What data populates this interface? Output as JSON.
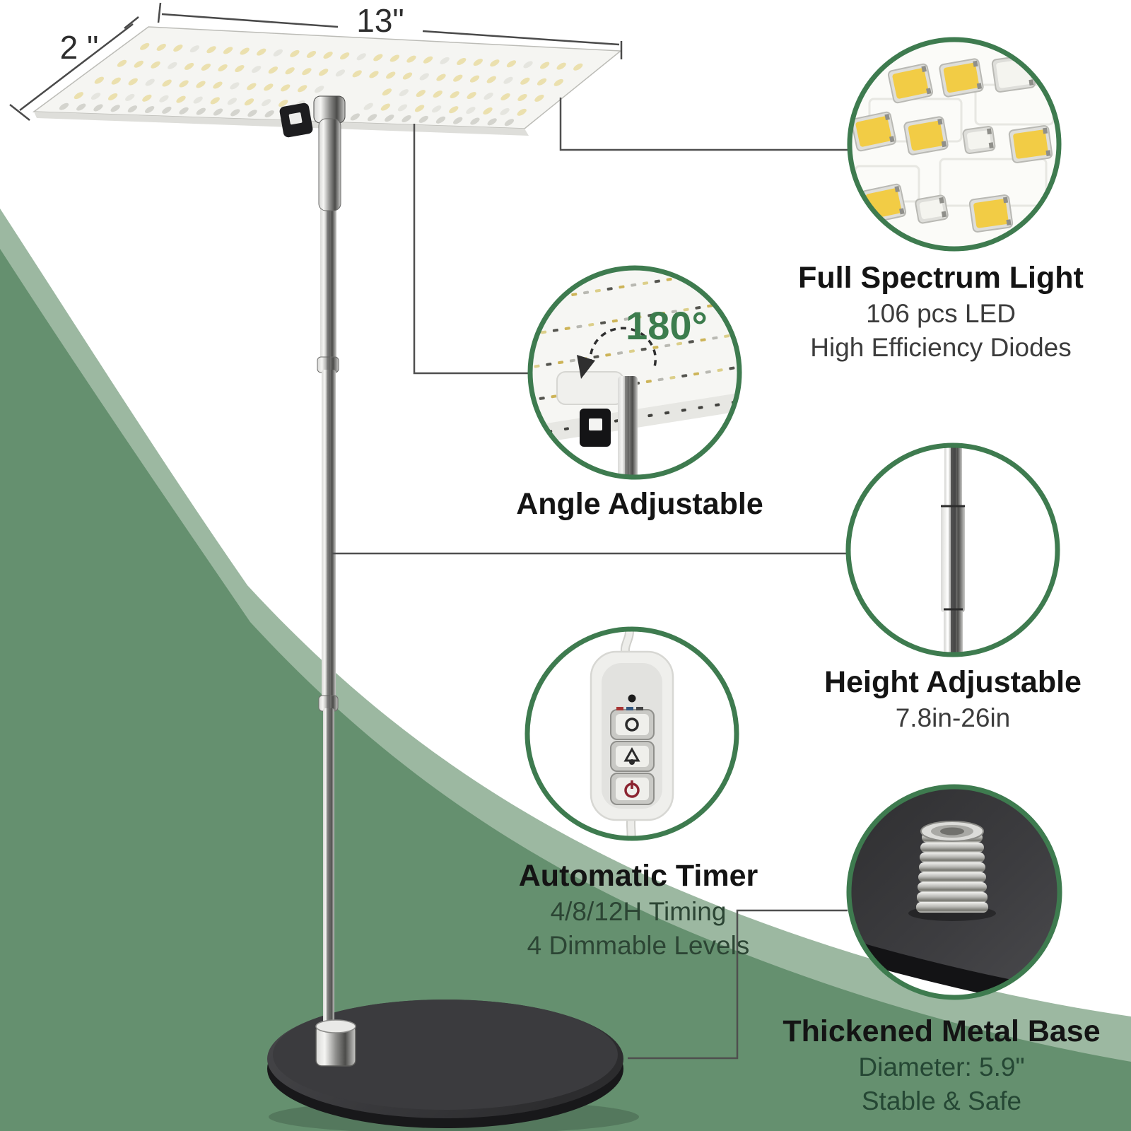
{
  "product": {
    "name": "LED grow light with stand",
    "panel_dimensions": {
      "width_label": "13\"",
      "depth_label": "2 \""
    }
  },
  "features": [
    {
      "id": "full-spectrum",
      "title": "Full Spectrum Light",
      "lines": [
        "106 pcs LED",
        "High Efficiency Diodes"
      ]
    },
    {
      "id": "angle",
      "title": "Angle Adjustable",
      "badge": "180°",
      "lines": []
    },
    {
      "id": "height",
      "title": "Height Adjustable",
      "lines": [
        "7.8in-26in"
      ]
    },
    {
      "id": "timer",
      "title": "Automatic Timer",
      "lines": [
        "4/8/12H Timing",
        "4 Dimmable Levels"
      ]
    },
    {
      "id": "base",
      "title": "Thickened Metal Base",
      "lines": [
        "Diameter: 5.9\"",
        "Stable & Safe"
      ]
    }
  ],
  "icons": [
    "timer-button-icon",
    "dimmer-button-icon",
    "power-button-icon"
  ],
  "colors": {
    "circle_ring_green": "#3e7b4f",
    "swoosh_main_green": "#65906f",
    "swoosh_light_green": "#9cb8a1",
    "badge_green": "#3c7c4d",
    "title_text": "#141414",
    "subtitle_text": "#3c3c3c",
    "subtitle_green_text": "#254734",
    "callout_line": "#4f4f4f",
    "base_metal_dark": "#333336",
    "led_yellow": "#f2cc45"
  }
}
